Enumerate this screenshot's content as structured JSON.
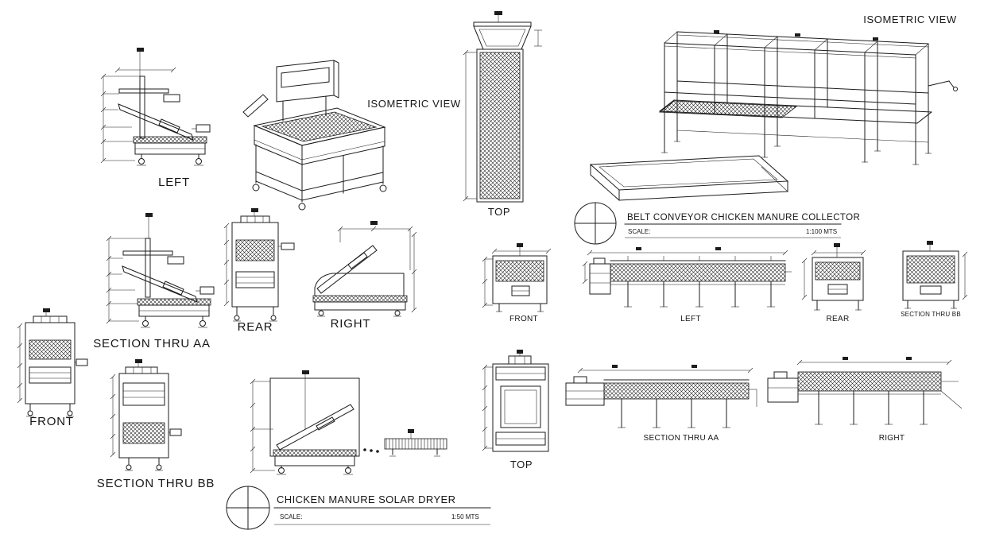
{
  "page": {
    "background": "#ffffff",
    "line_color": "#1c1c1c"
  },
  "dryer": {
    "title": "CHICKEN MANURE SOLAR DRYER",
    "scale_label": "SCALE:",
    "scale_value": "1:50 MTS",
    "views": {
      "left": "LEFT",
      "isometric": "ISOMETRIC VIEW",
      "top": "TOP",
      "section_aa": "SECTION THRU AA",
      "rear": "REAR",
      "right": "RIGHT",
      "front": "FRONT",
      "section_bb": "SECTION THRU BB"
    }
  },
  "conveyor": {
    "title": "BELT CONVEYOR CHICKEN MANURE COLLECTOR",
    "scale_label": "SCALE:",
    "scale_value": "1:100 MTS",
    "views": {
      "isometric": "ISOMETRIC VIEW",
      "front": "FRONT",
      "left": "LEFT",
      "rear": "REAR",
      "section_bb": "SECTION THRU BB",
      "top": "TOP",
      "section_aa": "SECTION THRU AA",
      "right": "RIGHT"
    }
  }
}
